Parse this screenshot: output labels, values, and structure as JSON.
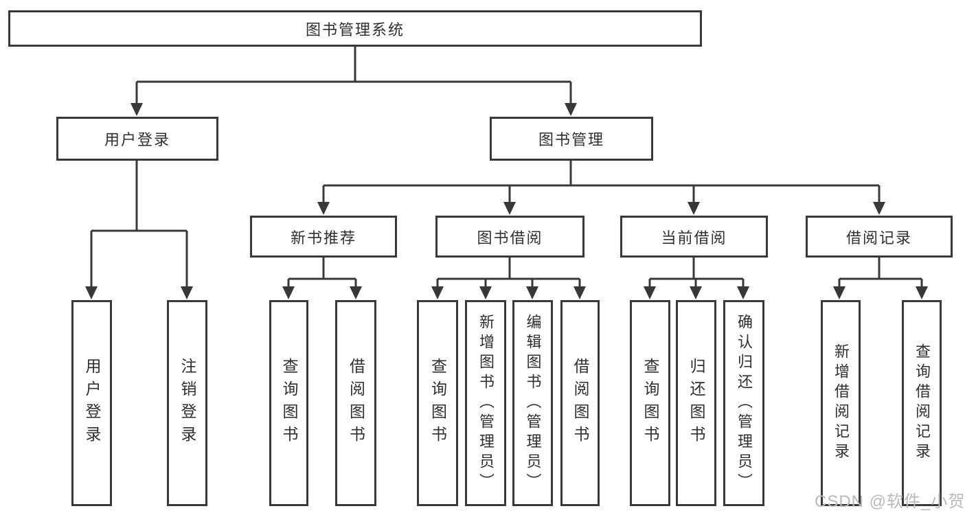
{
  "diagram_title": "图书管理系统",
  "tree": {
    "label": "图书管理系统",
    "children": [
      {
        "label": "用户登录",
        "children": [
          {
            "label": "用户登录"
          },
          {
            "label": "注销登录"
          }
        ]
      },
      {
        "label": "图书管理",
        "children": [
          {
            "label": "新书推荐",
            "children": [
              {
                "label": "查询图书"
              },
              {
                "label": "借阅图书"
              }
            ]
          },
          {
            "label": "图书借阅",
            "children": [
              {
                "label": "查询图书"
              },
              {
                "label": "新增图书（管理员）"
              },
              {
                "label": "编辑图书（管理员）"
              },
              {
                "label": "借阅图书"
              }
            ]
          },
          {
            "label": "当前借阅",
            "children": [
              {
                "label": "查询图书"
              },
              {
                "label": "归还图书"
              },
              {
                "label": "确认归还（管理员）"
              }
            ]
          },
          {
            "label": "借阅记录",
            "children": [
              {
                "label": "新增借阅记录"
              },
              {
                "label": "查询借阅记录"
              }
            ]
          }
        ]
      }
    ]
  },
  "watermark": {
    "text": "CSDN @软件_小贺同学"
  },
  "colors": {
    "line": "#383838",
    "box_border": "#383838",
    "text": "#2f2f2f",
    "watermark": "#b9b9b9",
    "background": "#ffffff"
  }
}
